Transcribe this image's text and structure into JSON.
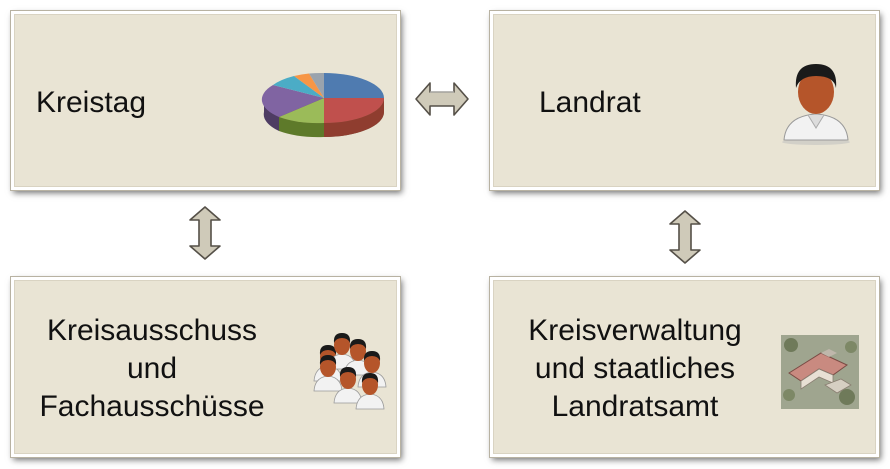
{
  "boxes": {
    "kreistag": {
      "label": "Kreistag",
      "icon": "pie-chart-icon"
    },
    "landrat": {
      "label": "Landrat",
      "icon": "person-icon"
    },
    "kreisausschuss": {
      "lines": [
        "Kreisausschuss",
        "und",
        "Fachausschüsse"
      ],
      "icon": "group-of-people-icon"
    },
    "kreisverwaltung": {
      "lines": [
        "Kreisverwaltung",
        "und staatliches",
        "Landratsamt"
      ],
      "icon": "building-aerial-photo-icon"
    }
  },
  "connectors": [
    {
      "from": "kreistag",
      "to": "landrat",
      "icon": "double-arrow-horizontal-icon"
    },
    {
      "from": "kreistag",
      "to": "kreisausschuss",
      "icon": "double-arrow-vertical-icon"
    },
    {
      "from": "landrat",
      "to": "kreisverwaltung",
      "icon": "double-arrow-vertical-icon"
    }
  ],
  "colors": {
    "box_fill": "#e9e4d4",
    "arrow_fill": "#cfcab9",
    "arrow_stroke": "#555048"
  }
}
